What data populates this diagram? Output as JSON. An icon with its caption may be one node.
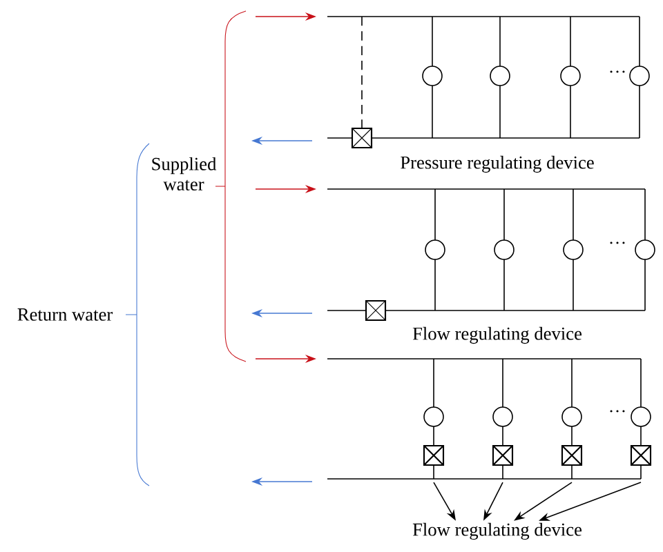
{
  "diagram": {
    "nodes": [
      {
        "text": [
          "Pressure regulating device"
        ]
      },
      {
        "text": [
          "Supplied water"
        ]
      },
      {
        "text": [
          "Return water"
        ]
      },
      {
        "text": [
          "Flow regulating device"
        ]
      },
      {
        "text": [],
        "shape": "box"
      },
      {
        "text": [],
        "shape": "box"
      },
      {
        "text": [],
        "shape": "box"
      },
      {
        "text": [],
        "shape": "box"
      },
      {
        "text": [
          "Flow regulating device"
        ]
      }
    ],
    "edges": [
      {
        "from": 4,
        "to": 8,
        "arrow": "to"
      },
      {
        "from": 5,
        "to": 8,
        "arrow": "to"
      },
      {
        "from": 6,
        "to": 8,
        "arrow": "to"
      },
      {
        "from": 7,
        "to": 8,
        "arrow": "to"
      }
    ],
    "labels": [
      "…",
      "…",
      "…"
    ]
  }
}
